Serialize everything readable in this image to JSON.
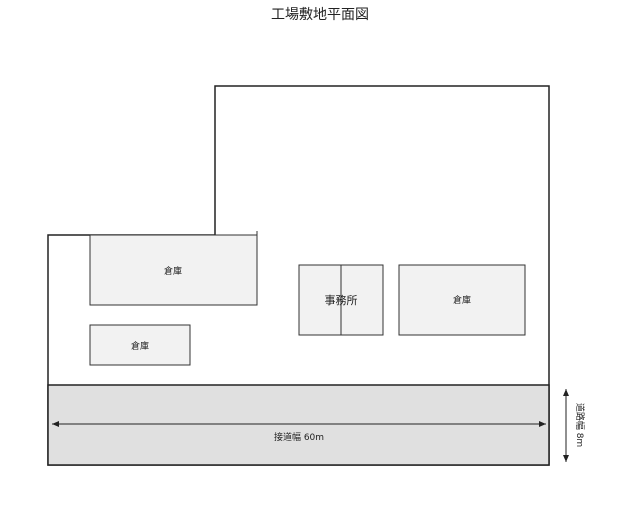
{
  "title": "工場敷地平面図",
  "buildings": {
    "warehouse_top_left": "倉庫",
    "warehouse_bottom_left": "倉庫",
    "office": "事務所",
    "warehouse_right": "倉庫"
  },
  "road": {
    "frontage_label": "接道幅 60m",
    "width_label": "道路幅 8m"
  },
  "colors": {
    "building_fill": "#f2f2f2",
    "road_fill": "#e0e0e0",
    "line": "#222222"
  }
}
